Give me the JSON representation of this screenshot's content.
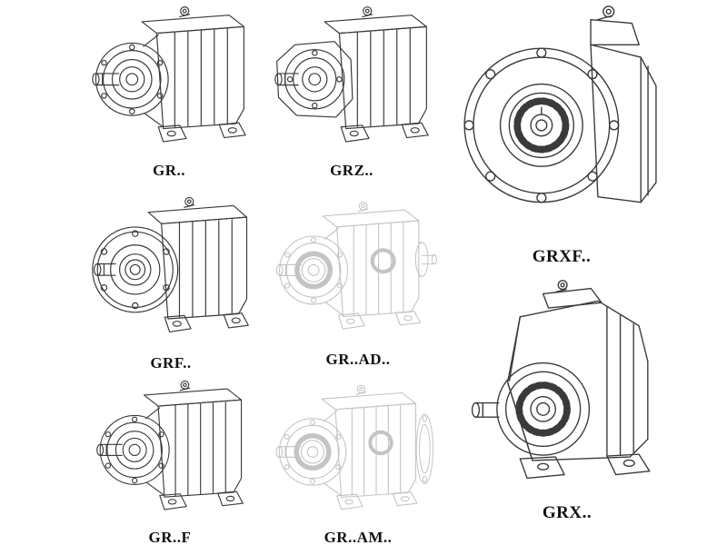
{
  "page": {
    "background_color": "#ffffff",
    "line_color": "#3a3a3a",
    "ghost_line_color": "#c4c4c4",
    "label_color": "#111111"
  },
  "catalog": {
    "items": [
      {
        "id": "gr",
        "label": "GR..",
        "style": "solid"
      },
      {
        "id": "grz",
        "label": "GRZ..",
        "style": "solid"
      },
      {
        "id": "grxf",
        "label": "GRXF..",
        "style": "solid"
      },
      {
        "id": "grf",
        "label": "GRF..",
        "style": "solid"
      },
      {
        "id": "grad",
        "label": "GR..AD..",
        "style": "ghost"
      },
      {
        "id": "grf2",
        "label": "GR..F",
        "style": "solid"
      },
      {
        "id": "gram",
        "label": "GR..AM..",
        "style": "ghost"
      },
      {
        "id": "grx",
        "label": "GRX..",
        "style": "solid"
      }
    ]
  }
}
